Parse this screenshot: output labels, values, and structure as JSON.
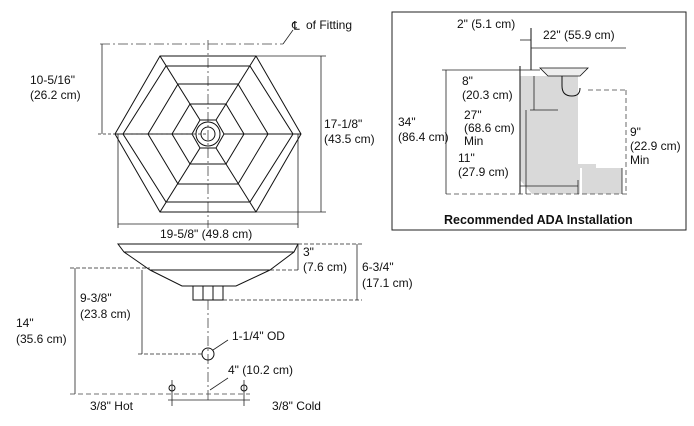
{
  "plan": {
    "fitting_label": "of Fitting",
    "fitting_symbol": "℄",
    "height_in": "10-5/16\"",
    "height_cm": "(26.2 cm)",
    "depth_in": "17-1/8\"",
    "depth_cm": "(43.5 cm)",
    "width": "19-5/8\" (49.8 cm)"
  },
  "elevation": {
    "basin_depth_in": "3\"",
    "basin_depth_cm": "(7.6 cm)",
    "total_depth_in": "6-3/4\"",
    "total_depth_cm": "(17.1 cm)",
    "drain_height_in": "9-3/8\"",
    "drain_height_cm": "(23.8 cm)",
    "floor_height_in": "14\"",
    "floor_height_cm": "(35.6 cm)",
    "drain_od": "1-1/4\" OD",
    "supply_spacing": "4\" (10.2 cm)",
    "hot_label": "3/8\" Hot",
    "cold_label": "3/8\" Cold"
  },
  "ada": {
    "caption": "Recommended ADA Installation",
    "wall_offset": "2\" (5.1 cm)",
    "reach": "22\" (55.9 cm)",
    "rim_height_in": "34\"",
    "rim_height_cm": "(86.4 cm)",
    "apron_in": "8\"",
    "apron_cm": "(20.3 cm)",
    "knee_in": "27\"",
    "knee_cm": "(68.6 cm)",
    "knee_min": "Min",
    "depth_in": "11\"",
    "depth_cm": "(27.9 cm)",
    "toe_in": "9\"",
    "toe_cm": "(22.9 cm)",
    "toe_min": "Min"
  }
}
